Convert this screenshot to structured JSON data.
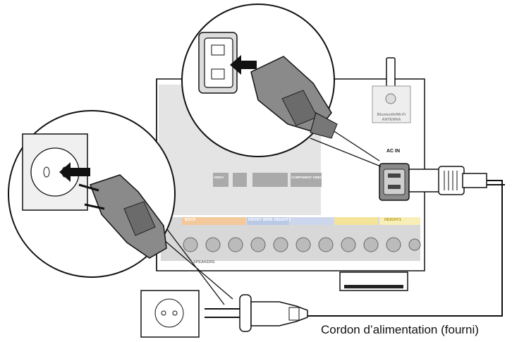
{
  "labels": {
    "caption": "Cordon d’alimentation (fourni)",
    "ac_in": "AC IN",
    "antenna": "Bluetooth/Wi-Fi ANTENNA",
    "speakers": "SPEAKERS",
    "back": "BACK",
    "front_wide_height2": "FRONT WIDE HEIGHT2",
    "height1": "HEIGHT1",
    "component_video": "COMPONENT VIDEO",
    "video": "VIDEO"
  },
  "colors": {
    "line": "#111111",
    "panel_gray": "#cfcfcf",
    "plug_gray": "#7a7a7a",
    "arrow": "#111111",
    "speaker_orange": "#f3c89a",
    "speaker_yellow": "#f4e49a",
    "speaker_blue": "#b9c9e6"
  },
  "icons": [
    "power-outlet-icon",
    "power-plug-icon",
    "iec-socket-icon",
    "iec-connector-icon",
    "insert-arrow-icon"
  ]
}
